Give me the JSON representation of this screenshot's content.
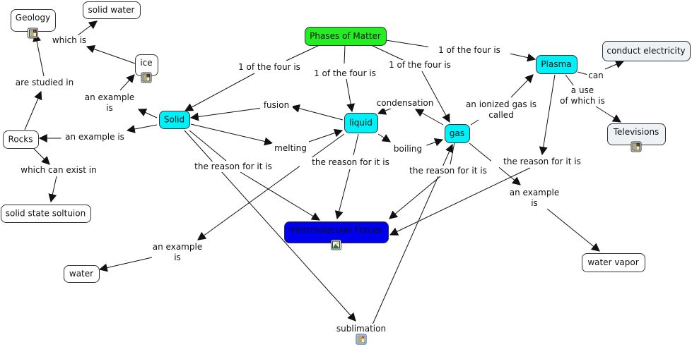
{
  "map": {
    "concepts": [
      {
        "id": "phases",
        "label": "Phases of Matter",
        "fill": "#22ee22"
      },
      {
        "id": "geology",
        "label": "Geology",
        "fill": "#ffffff",
        "icon": "document-icon"
      },
      {
        "id": "solidwater",
        "label": "solid water",
        "fill": "#ffffff"
      },
      {
        "id": "ice",
        "label": "ice",
        "fill": "#ffffff",
        "icon": "document-icon"
      },
      {
        "id": "solid",
        "label": "Solid",
        "fill": "#00f0f8"
      },
      {
        "id": "rocks",
        "label": "Rocks",
        "fill": "#ffffff"
      },
      {
        "id": "sss",
        "label": "solid state soltuion",
        "fill": "#ffffff"
      },
      {
        "id": "liquid",
        "label": "liquid",
        "fill": "#00f0f8"
      },
      {
        "id": "gas",
        "label": "gas",
        "fill": "#00f0f8"
      },
      {
        "id": "plasma",
        "label": "Plasma",
        "fill": "#00f0f8"
      },
      {
        "id": "conduct",
        "label": "conduct electricity",
        "fill": "#eef2f4"
      },
      {
        "id": "tv",
        "label": "Televisions",
        "fill": "#eef2f4",
        "icon": "document-icon"
      },
      {
        "id": "imf",
        "label": "Intermolecular Forces",
        "fill": "#0000ee",
        "icon": "image-icon"
      },
      {
        "id": "water",
        "label": "water",
        "fill": "#ffffff"
      },
      {
        "id": "vapor",
        "label": "water vapor",
        "fill": "#ffffff"
      }
    ],
    "linking_phrases": [
      {
        "id": "l_whichis",
        "lines": [
          "which is"
        ]
      },
      {
        "id": "l_studied",
        "lines": [
          "are studied in"
        ]
      },
      {
        "id": "l_exice",
        "lines": [
          "an example",
          "is"
        ]
      },
      {
        "id": "l_exrocks",
        "lines": [
          "an example is"
        ]
      },
      {
        "id": "l_exist",
        "lines": [
          "which can exist in"
        ]
      },
      {
        "id": "l_four1",
        "lines": [
          "1 of the four is"
        ]
      },
      {
        "id": "l_four2",
        "lines": [
          "1 of the four is"
        ]
      },
      {
        "id": "l_four3",
        "lines": [
          "1 of the four is"
        ]
      },
      {
        "id": "l_four4",
        "lines": [
          "1 of the four is"
        ]
      },
      {
        "id": "l_fusion",
        "lines": [
          "fusion"
        ]
      },
      {
        "id": "l_melting",
        "lines": [
          "melting"
        ]
      },
      {
        "id": "l_cond",
        "lines": [
          "condensation"
        ]
      },
      {
        "id": "l_boiling",
        "lines": [
          "boiling"
        ]
      },
      {
        "id": "l_reason1",
        "lines": [
          "the reason for it is"
        ]
      },
      {
        "id": "l_reason2",
        "lines": [
          "the reason for it is"
        ]
      },
      {
        "id": "l_reason3",
        "lines": [
          "the reason for it is"
        ]
      },
      {
        "id": "l_reason4",
        "lines": [
          "the reason for it is"
        ]
      },
      {
        "id": "l_ionized",
        "lines": [
          "an ionized gas is",
          "called"
        ]
      },
      {
        "id": "l_can",
        "lines": [
          "can"
        ]
      },
      {
        "id": "l_use",
        "lines": [
          "a use",
          "of which is"
        ]
      },
      {
        "id": "l_exvapor",
        "lines": [
          "an example",
          "is"
        ]
      },
      {
        "id": "l_exwater",
        "lines": [
          "an example",
          "is"
        ]
      },
      {
        "id": "l_sublim",
        "lines": [
          "sublimation"
        ],
        "icon": "document-icon"
      }
    ]
  }
}
